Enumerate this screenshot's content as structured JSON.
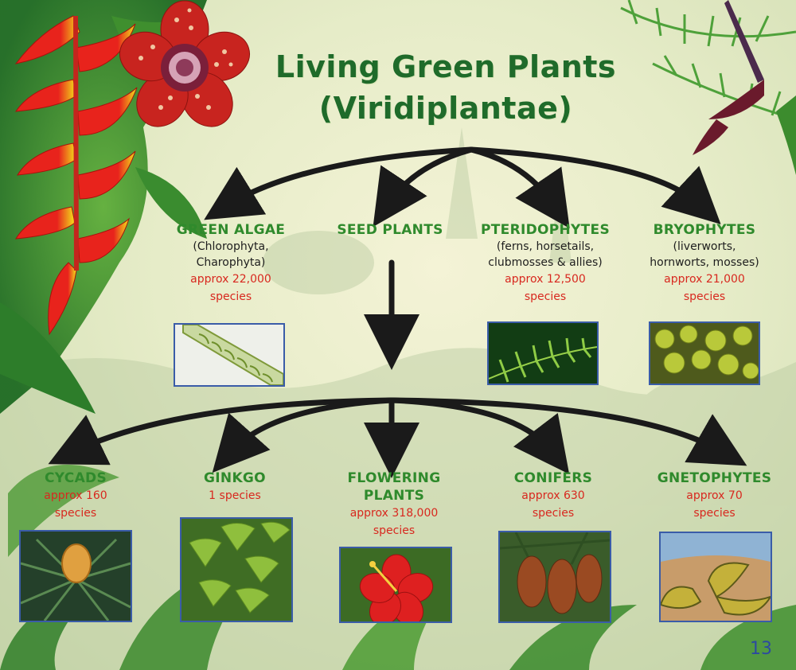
{
  "title_line1": "Living Green Plants",
  "title_line2": "(Viridiplantae)",
  "page_number": "13",
  "colors": {
    "title": "#1f6b2a",
    "node_name": "#2f8a2c",
    "count": "#d8281f",
    "arrow": "#1a1a1a",
    "photo_border": "#3a5ca8"
  },
  "level1": [
    {
      "name": "GREEN ALGAE",
      "sub": [
        "(Chlorophyta,",
        "Charophyta)"
      ],
      "count": [
        "approx 22,000",
        "species"
      ],
      "icon": "algae-filament-photo"
    },
    {
      "name": "SEED PLANTS",
      "sub": [],
      "count": [],
      "icon": ""
    },
    {
      "name": "PTERIDOPHYTES",
      "sub": [
        "(ferns, horsetails,",
        "clubmosses & allies)"
      ],
      "count": [
        "approx 12,500",
        "species"
      ],
      "icon": "fern-frond-photo"
    },
    {
      "name": "BRYOPHYTES",
      "sub": [
        "(liverworts,",
        "hornworts, mosses)"
      ],
      "count": [
        "approx 21,000",
        "species"
      ],
      "icon": "liverwort-photo"
    }
  ],
  "level2": [
    {
      "name": [
        "CYCADS"
      ],
      "count": [
        "approx 160",
        "species"
      ],
      "icon": "cycad-cone-photo"
    },
    {
      "name": [
        "GINKGO"
      ],
      "count": [
        "1 species"
      ],
      "icon": "ginkgo-leaves-photo"
    },
    {
      "name": [
        "FLOWERING",
        "PLANTS"
      ],
      "count": [
        "approx 318,000",
        "species"
      ],
      "icon": "hibiscus-flower-photo"
    },
    {
      "name": [
        "CONIFERS"
      ],
      "count": [
        "approx 630",
        "species"
      ],
      "icon": "pine-cones-photo"
    },
    {
      "name": [
        "GNETOPHYTES"
      ],
      "count": [
        "approx 70",
        "species"
      ],
      "icon": "welwitschia-photo"
    }
  ]
}
